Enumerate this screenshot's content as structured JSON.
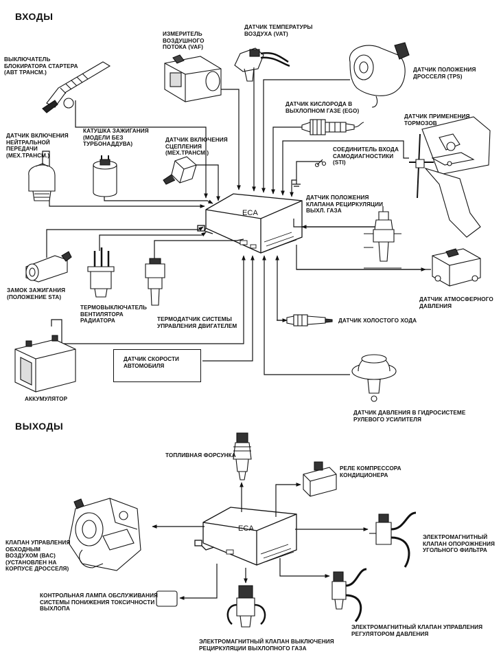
{
  "sections": {
    "inputs": "ВХОДЫ",
    "outputs": "ВЫХОДЫ"
  },
  "ecu_label": "ECA",
  "inputs": {
    "starter_switch": "ВЫКЛЮЧАТЕЛЬ\nБЛОКИРАТОРА СТАРТЕРА\n(АВТ ТРАНСМ.)",
    "vaf": "ИЗМЕРИТЕЛЬ\nВОЗДУШНОГО\nПОТОКА (VAF)",
    "vat": "ДАТЧИК ТЕМПЕРАТУРЫ\nВОЗДУХА (VAT)",
    "tps": "ДАТЧИК ПОЛОЖЕНИЯ\nДРОССЕЛЯ (TPS)",
    "ego": "ДАТЧИК КИСЛОРОДА В\nВЫХЛОПНОМ ГАЗЕ (EGO)",
    "brake": "ДАТЧИК ПРИМЕНЕНИЯ\nТОРМОЗОВ",
    "neutral": "ДАТЧИК ВКЛЮЧЕНИЯ\nНЕЙТРАЛЬНОЙ\nПЕРЕДАЧИ\n(МЕХ.ТРАНСМ.)",
    "coil": "КАТУШКА ЗАЖИГАНИЯ\n(МОДЕЛИ БЕЗ\nТУРБОНАДДУВА)",
    "clutch": "ДАТЧИК ВКЛЮЧЕНИЯ\nСЦЕПЛЕНИЯ\n(МЕХ.ТРАНСМ.)",
    "sti": "СОЕДИНИТЕЛЬ ВХОДА\nСАМОДИАГНОСТИКИ\n(STI)",
    "egr_pos": "ДАТЧИК ПОЛОЖЕНИЯ\nКЛАПАНА РЕЦИРКУЛЯЦИИ\nВЫХЛ. ГАЗА",
    "ignition": "ЗАМОК ЗАЖИГАНИЯ\n(ПОЛОЖЕНИЕ STA)",
    "fan_switch": "ТЕРМОВЫКЛЮЧАТЕЛЬ\nВЕНТИЛЯТОРА\nРАДИАТОРА",
    "ect": "ТЕРМОДАТЧИК СИСТЕМЫ\nУПРАВЛЕНИЯ ДВИГАТЕЛЕМ",
    "baro": "ДАТЧИК АТМОСФЕРНОГО\nДАВЛЕНИЯ",
    "idle": "ДАТЧИК ХОЛОСТОГО ХОДА",
    "speed": "ДАТЧИК СКОРОСТИ\nАВТОМОБИЛЯ",
    "battery": "АККУМУЛЯТОР",
    "ps_pressure": "ДАТЧИК ДАВЛЕНИЯ В ГИДРОСИСТЕМЕ\nРУЛЕВОГО УСИЛИТЕЛЯ"
  },
  "outputs": {
    "injector": "ТОПЛИВНАЯ ФОРСУНКА",
    "ac_relay": "РЕЛЕ КОМПРЕССОРА\nКОНДИЦИОНЕРА",
    "bac": "КЛАПАН УПРАВЛЕНИЯ\nОБХОДНЫМ\nВОЗДУХОМ (ВАС)\n(УСТАНОВЛЕН НА\nКОРПУСЕ ДРОССЕЛЯ)",
    "canister": "ЭЛЕКТРОМАГНИТНЫЙ\nКЛАПАН ОПОРОЖНЕНИЯ\nУГОЛЬНОГО ФИЛЬТРА",
    "lamp": "КОНТРОЛЬНАЯ ЛАМПА ОБСЛУЖИВАНИЯ\nСИСТЕМЫ ПОНИЖЕНИЯ ТОКСИЧНОСТИ\nВЫХЛОПА",
    "regulator": "ЭЛЕКТРОМАГНИТНЫЙ КЛАПАН УПРАВЛЕНИЯ\nРЕГУЛЯТОРОМ ДАВЛЕНИЯ",
    "egr_shutoff": "ЭЛЕКТРОМАГНИТНЫЙ КЛАПАН ВЫКЛЮЧЕНИЯ\nРЕЦИРКУЛЯЦИИ ВЫХЛОПНОГО ГАЗА"
  }
}
